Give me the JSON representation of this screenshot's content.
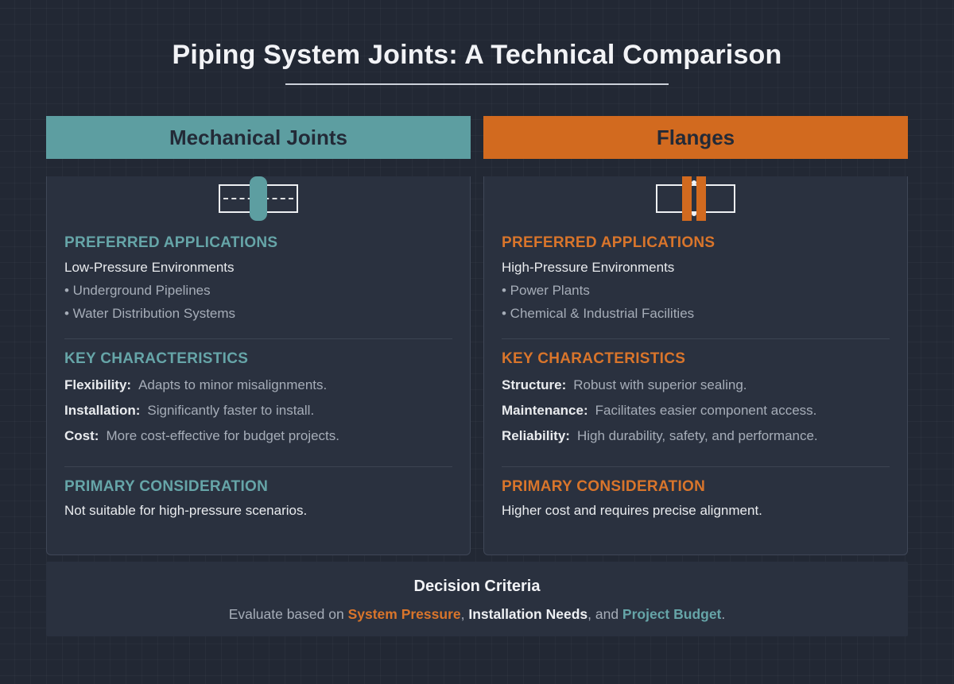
{
  "page": {
    "title": "Piping System Joints: A Technical Comparison"
  },
  "colors": {
    "background": "#222834",
    "card_background": "#2a313f",
    "teal_accent": "#5d9ea1",
    "orange_accent": "#d26a1f",
    "text_light": "#e9ebee",
    "text_muted": "#a6adb8"
  },
  "cards": [
    {
      "title": "Mechanical Joints",
      "icon": "mechanical-coupling-pipe-icon",
      "sections": {
        "applications": {
          "heading": "PREFERRED APPLICATIONS",
          "environment": "Low-Pressure Environments",
          "bullets": [
            "• Underground Pipelines",
            "• Water Distribution Systems"
          ]
        },
        "characteristics": {
          "heading": "KEY CHARACTERISTICS",
          "items": [
            {
              "label": "Flexibility:",
              "text": "Adapts to minor misalignments."
            },
            {
              "label": "Installation:",
              "text": "Significantly faster to install."
            },
            {
              "label": "Cost:",
              "text": "More cost-effective for budget projects."
            }
          ]
        },
        "consideration": {
          "heading": "PRIMARY CONSIDERATION",
          "text": "Not suitable for high-pressure scenarios."
        }
      }
    },
    {
      "title": "Flanges",
      "icon": "flanged-pipe-icon",
      "sections": {
        "applications": {
          "heading": "PREFERRED APPLICATIONS",
          "environment": "High-Pressure Environments",
          "bullets": [
            "• Power Plants",
            "• Chemical & Industrial Facilities"
          ]
        },
        "characteristics": {
          "heading": "KEY CHARACTERISTICS",
          "items": [
            {
              "label": "Structure:",
              "text": "Robust with superior sealing."
            },
            {
              "label": "Maintenance:",
              "text": "Facilitates easier component access."
            },
            {
              "label": "Reliability:",
              "text": "High durability, safety, and performance."
            }
          ]
        },
        "consideration": {
          "heading": "PRIMARY CONSIDERATION",
          "text": "Higher cost and requires precise alignment."
        }
      }
    }
  ],
  "footer": {
    "title": "Decision Criteria",
    "prefix": "Evaluate based on ",
    "criteria": [
      {
        "text": "System Pressure",
        "color": "#d9752b"
      },
      {
        "text": "Installation Needs",
        "color": "#eef0f3"
      },
      {
        "text": "Project Budget",
        "color": "#66a5a8"
      }
    ],
    "sep1": ", ",
    "sep2": ", and ",
    "suffix": "."
  }
}
